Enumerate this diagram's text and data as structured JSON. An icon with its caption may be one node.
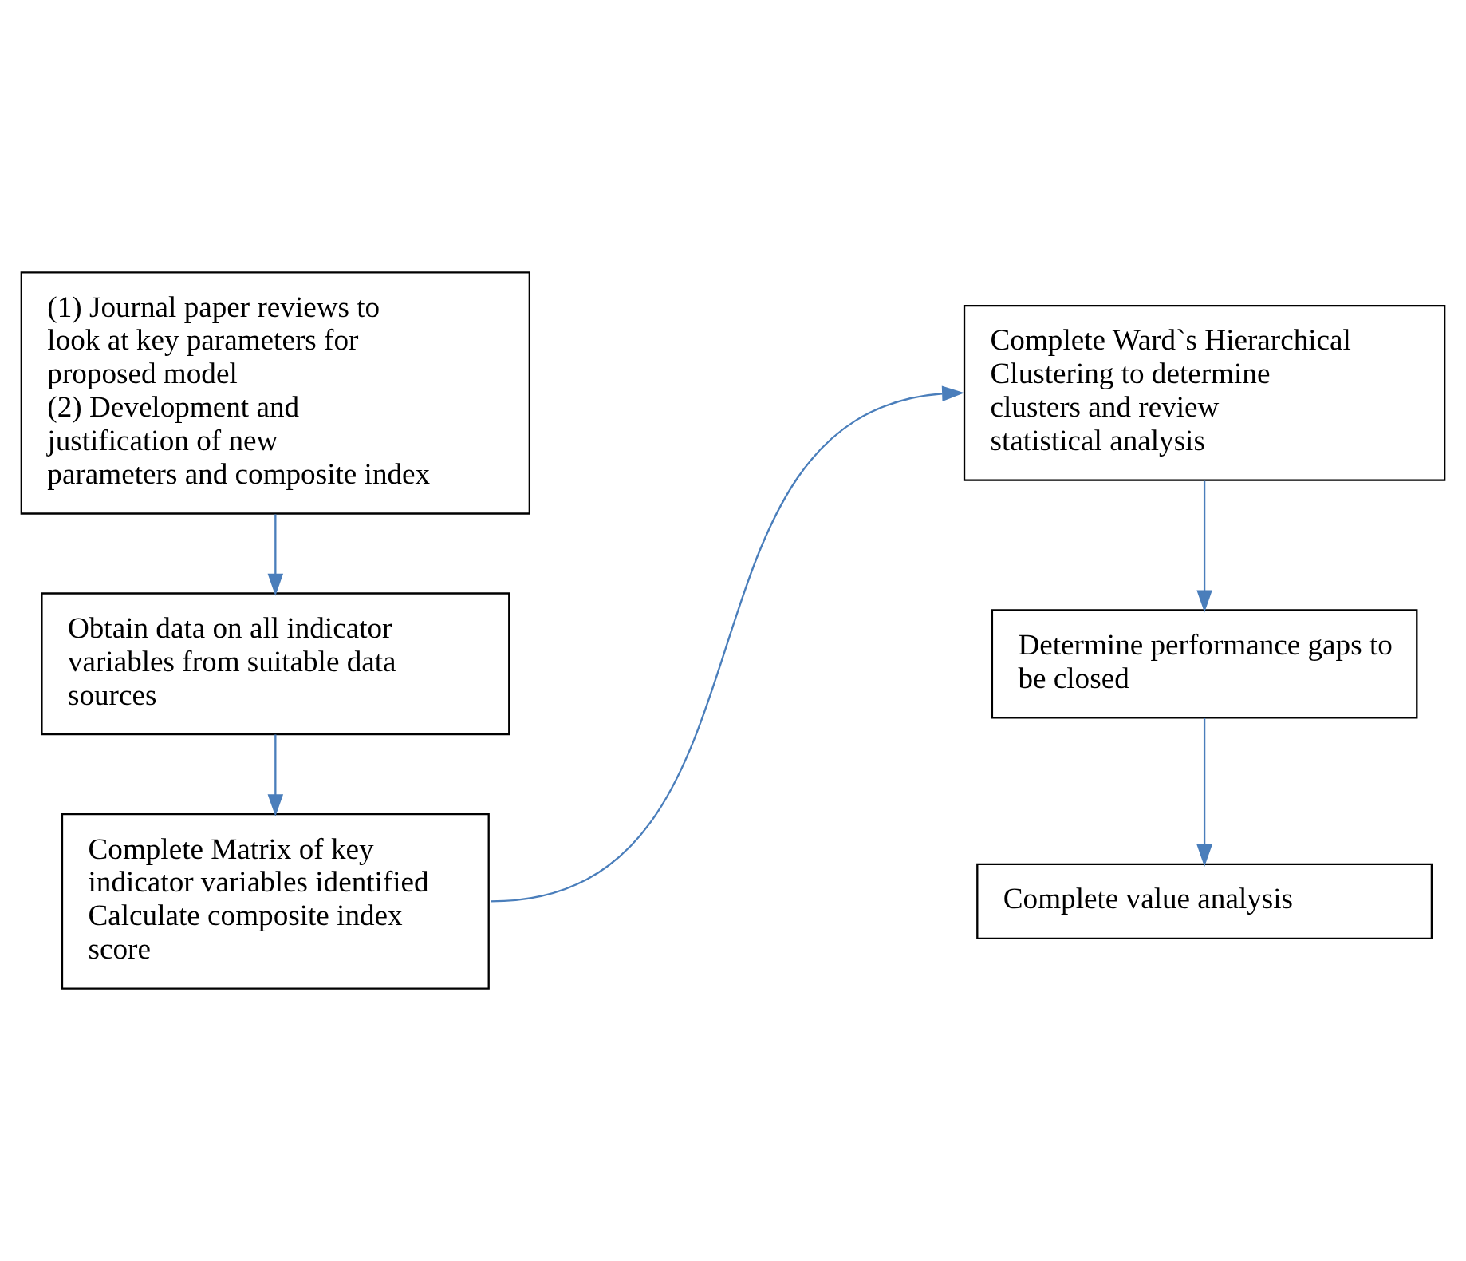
{
  "diagram": {
    "nodes": [
      {
        "text": [
          "(1) Journal paper reviews to look at key parameters for proposed model",
          "(2) Development and justification of new parameters and composite index"
        ]
      },
      {
        "text": [
          "Obtain data on all indicator variables from suitable data sources"
        ]
      },
      {
        "text": [
          "Complete Matrix of key indicator variables identified",
          "Calculate composite index score"
        ]
      },
      {
        "text": [
          "Complete Ward`s Hierarchical Clustering to determine clusters and review statistical analysis"
        ]
      },
      {
        "text": [
          "Determine performance gaps to be closed"
        ]
      },
      {
        "text": [
          "Complete value analysis"
        ]
      }
    ],
    "edges": [
      {
        "from": 0,
        "to": 1,
        "arrow": "to"
      },
      {
        "from": 1,
        "to": 2,
        "arrow": "to"
      },
      {
        "from": 2,
        "to": 3,
        "arrow": "to"
      },
      {
        "from": 3,
        "to": 4,
        "arrow": "to"
      },
      {
        "from": 4,
        "to": 5,
        "arrow": "to"
      }
    ]
  }
}
